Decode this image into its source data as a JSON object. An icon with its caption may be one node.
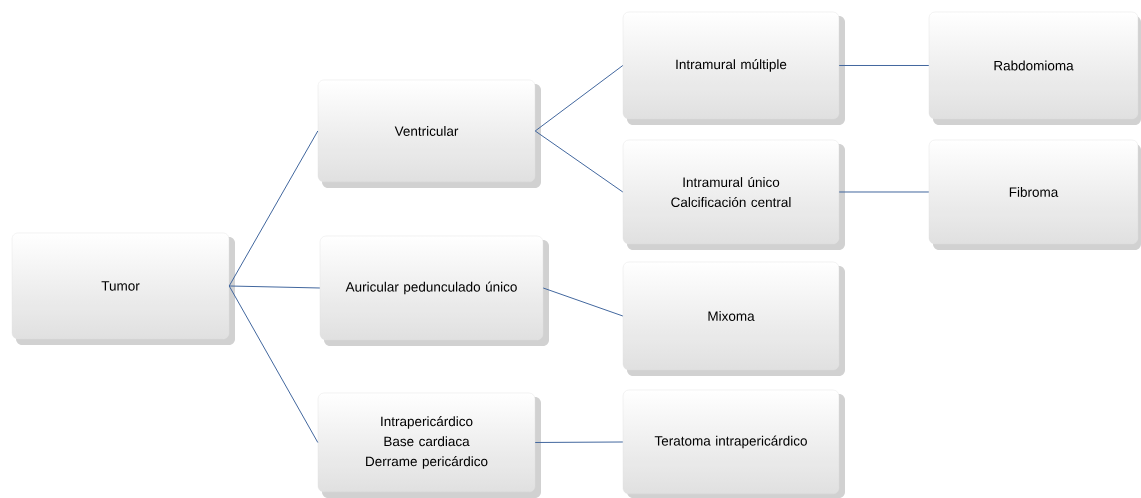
{
  "diagram": {
    "nodes": [
      {
        "text": [
          "Tumor"
        ]
      },
      {
        "text": [
          "Ventricular"
        ]
      },
      {
        "text": [
          "Auricular pedunculado único"
        ]
      },
      {
        "text": [
          "Intrapericárdico",
          "Base cardiaca",
          "Derrame pericárdico"
        ]
      },
      {
        "text": [
          "Intramural múltiple"
        ]
      },
      {
        "text": [
          "Intramural único",
          "Calcificación central"
        ]
      },
      {
        "text": [
          "Mixoma"
        ]
      },
      {
        "text": [
          "Teratoma intrapericárdico"
        ]
      },
      {
        "text": [
          "Rabdomioma"
        ]
      },
      {
        "text": [
          "Fibroma"
        ]
      }
    ],
    "edges": [
      {
        "from": 0,
        "to": 1,
        "arrow": "none"
      },
      {
        "from": 0,
        "to": 2,
        "arrow": "none"
      },
      {
        "from": 0,
        "to": 3,
        "arrow": "none"
      },
      {
        "from": 1,
        "to": 4,
        "arrow": "none"
      },
      {
        "from": 1,
        "to": 5,
        "arrow": "none"
      },
      {
        "from": 2,
        "to": 6,
        "arrow": "none"
      },
      {
        "from": 3,
        "to": 7,
        "arrow": "none"
      },
      {
        "from": 4,
        "to": 8,
        "arrow": "none"
      },
      {
        "from": 5,
        "to": 9,
        "arrow": "none"
      }
    ]
  }
}
